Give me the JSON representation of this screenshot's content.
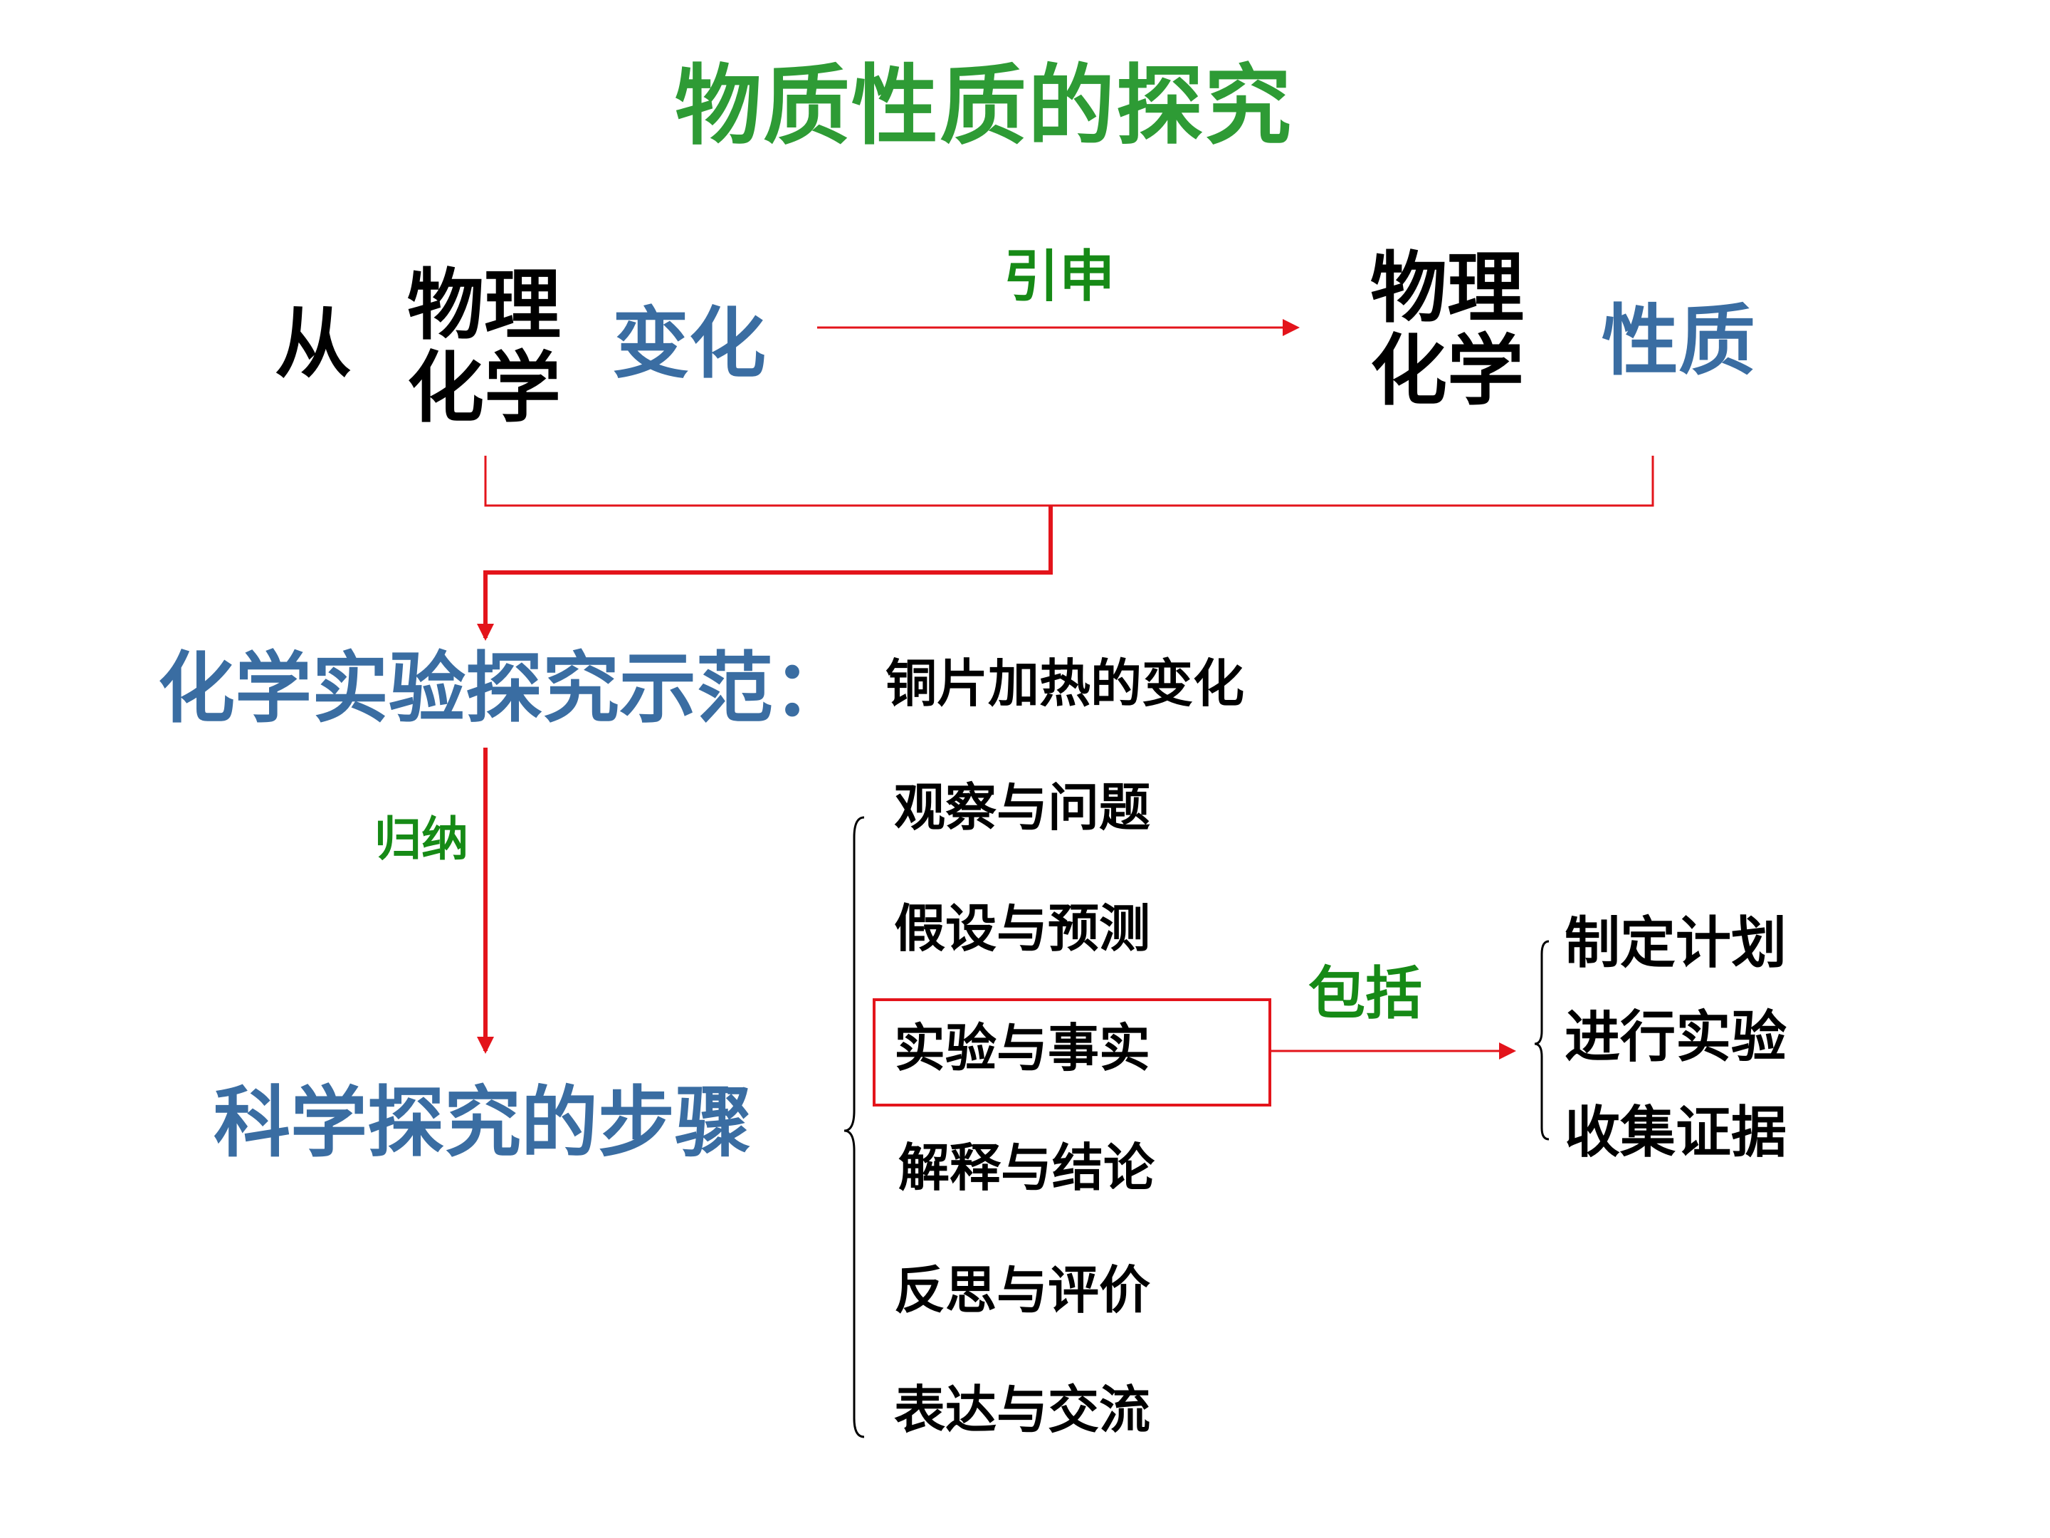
{
  "title": "物质性质的探究",
  "top_row": {
    "from": "从",
    "left_pair": {
      "line1": "物理",
      "line2": "化学"
    },
    "left_suffix": "变化",
    "arrow_label": "引申",
    "right_pair": {
      "line1": "物理",
      "line2": "化学"
    },
    "right_suffix": "性质"
  },
  "demo": {
    "label": "化学实验探究示范：",
    "example": "铜片加热的变化"
  },
  "induce_label": "归纳",
  "steps_title": "科学探究的步骤",
  "steps": [
    "观察与问题",
    "假设与预测",
    "实验与事实",
    "解释与结论",
    "反思与评价",
    "表达与交流"
  ],
  "include_label": "包括",
  "sub_steps": [
    "制定计划",
    "进行实验",
    "收集证据"
  ],
  "colors": {
    "title": "#2e9b35",
    "label_green": "#168a16",
    "blue": "#3a6da2",
    "connector_red": "#e3141b",
    "text": "#000000"
  }
}
